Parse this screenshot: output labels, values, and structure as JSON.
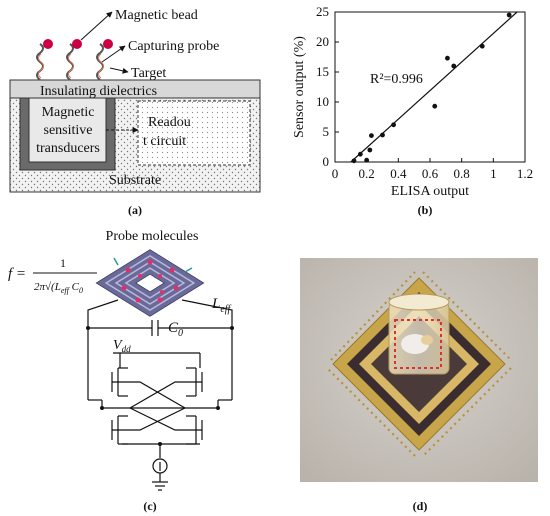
{
  "panel_a": {
    "caption": "(a)",
    "label_bead": "Magnetic bead",
    "label_probe": "Capturing probe",
    "label_target": "Target",
    "label_insulating": "Insulating dielectrics",
    "label_sensor_line1": "Magnetic",
    "label_sensor_line2": "sensitive",
    "label_sensor_line3": "transducers",
    "label_readout_line1": "Readou",
    "label_readout_line2": "t circuit",
    "label_substrate": "Substrate"
  },
  "panel_b": {
    "caption": "(b)",
    "r2_label": "R²=0.996"
  },
  "panel_c": {
    "caption": "(c)",
    "label_probe_molecules": "Probe molecules",
    "formula_f": "f =",
    "formula_num": "1",
    "formula_den": "2π√(L",
    "formula_den_sub1": "eff",
    "formula_den_mid": " C",
    "formula_den_sub2": "0",
    "label_leff": "L",
    "label_leff_sub": "eff",
    "label_c0": "C",
    "label_c0_sub": "0",
    "label_vdd": "V",
    "label_vdd_sub": "dd"
  },
  "panel_d": {
    "caption": "(d)"
  },
  "colors": {
    "bead": "#cc0044",
    "layer_gray": "#d8d8d8",
    "transducer_dark": "#6a6a6a",
    "coil": "#5a5a8a",
    "photo_bg": "#c9c4bd",
    "gold": "#c9a54a",
    "dark_pad": "#3b2c30",
    "dashed_box": "#e0302a"
  },
  "chart_data": {
    "type": "scatter",
    "xlabel": "ELISA output",
    "ylabel": "Sensor output (%)",
    "xlim": [
      0,
      1.2
    ],
    "ylim": [
      0,
      25
    ],
    "xticks": [
      "0",
      "0.2",
      "0.4",
      "0.6",
      "0.8",
      "1",
      "1.2"
    ],
    "yticks": [
      "0",
      "5",
      "10",
      "15",
      "20",
      "25"
    ],
    "points": [
      [
        0.12,
        0.2
      ],
      [
        0.16,
        1.3
      ],
      [
        0.2,
        0.3
      ],
      [
        0.22,
        2.0
      ],
      [
        0.23,
        4.4
      ],
      [
        0.3,
        4.5
      ],
      [
        0.37,
        6.2
      ],
      [
        0.63,
        9.3
      ],
      [
        0.71,
        17.3
      ],
      [
        0.75,
        16.0
      ],
      [
        0.93,
        19.3
      ],
      [
        1.1,
        24.5
      ]
    ],
    "fit_line": [
      [
        0.1,
        0.0
      ],
      [
        1.15,
        25.0
      ]
    ],
    "grid": false,
    "legend": "none"
  }
}
